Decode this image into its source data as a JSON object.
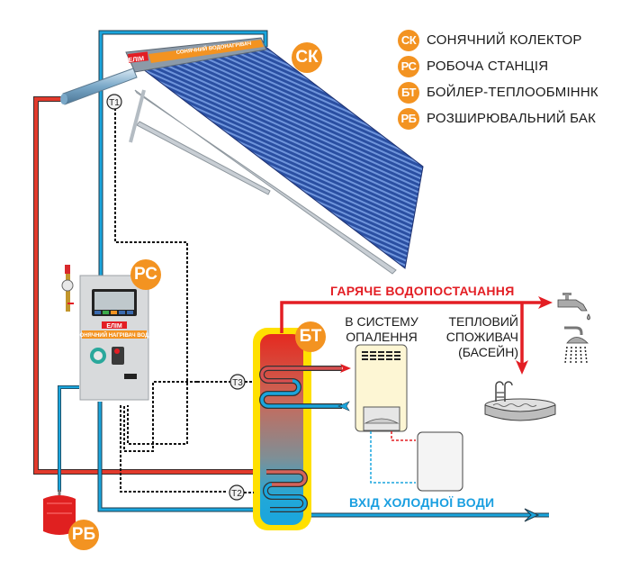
{
  "legend": [
    {
      "code": "СК",
      "label": "СОНЯЧНИЙ КОЛЕКТОР"
    },
    {
      "code": "РС",
      "label": "РОБОЧА СТАНЦІЯ"
    },
    {
      "code": "БТ",
      "label": "БОЙЛЕР-ТЕПЛООБМІННК"
    },
    {
      "code": "РБ",
      "label": "РОЗШИРЮВАЛЬНИЙ БАК"
    }
  ],
  "components": {
    "collector_badge": "СК",
    "station_badge": "РС",
    "boiler_badge": "БТ",
    "tank_badge": "РБ",
    "collector_brand": "ЕЛІМ",
    "collector_banner": "СОНЯЧНИЙ ВОДОНАГРІВАЧ",
    "station_brand": "ЕЛІМ",
    "station_banner": "СОНЯЧНИЙ НАГРІВАЧ ВОДИ"
  },
  "sensors": [
    "T1",
    "T2",
    "T3"
  ],
  "labels": {
    "hot_water": "ГАРЯЧЕ ВОДОПОСТАЧАННЯ",
    "heating_line1": "В СИСТЕМУ",
    "heating_line2": "ОПАЛЕННЯ",
    "consumer_line1": "ТЕПЛОВИЙ",
    "consumer_line2": "СПОЖИВАЧ",
    "consumer_line3": "(БАСЕЙН)",
    "cold_water": "ВХІД ХОЛОДНОЇ ВОДИ"
  },
  "colors": {
    "hot": "#e31e24",
    "cold": "#1a9fe0",
    "badge": "#f39321",
    "boiler_jacket": "#ffe000"
  }
}
